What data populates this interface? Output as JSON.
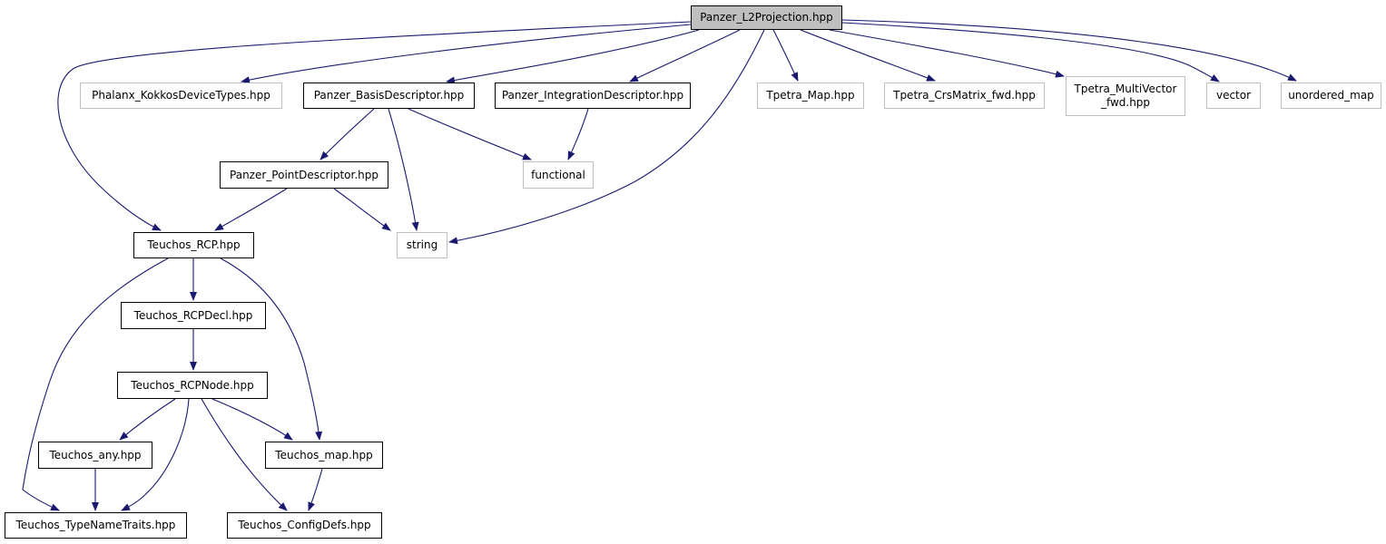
{
  "diagram": {
    "colors": {
      "edge": "#191970",
      "root_fill": "#bfbfbf",
      "node_border": "#000000",
      "external_border": "#bfbfbf",
      "background": "#ffffff"
    },
    "nodes": {
      "root": "Panzer_L2Projection.hpp",
      "phalanx": "Phalanx_KokkosDeviceTypes.hpp",
      "basis": "Panzer_BasisDescriptor.hpp",
      "integration": "Panzer_IntegrationDescriptor.hpp",
      "tpetra_map": "Tpetra_Map.hpp",
      "tpetra_crs": "Tpetra_CrsMatrix_fwd.hpp",
      "tpetra_mv_line1": "Tpetra_MultiVector",
      "tpetra_mv_line2": "_fwd.hpp",
      "vector": "vector",
      "unordered_map": "unordered_map",
      "point": "Panzer_PointDescriptor.hpp",
      "functional": "functional",
      "rcp": "Teuchos_RCP.hpp",
      "string": "string",
      "rcpdecl": "Teuchos_RCPDecl.hpp",
      "rcpnode": "Teuchos_RCPNode.hpp",
      "any": "Teuchos_any.hpp",
      "map": "Teuchos_map.hpp",
      "typenametraits": "Teuchos_TypeNameTraits.hpp",
      "configdefs": "Teuchos_ConfigDefs.hpp"
    },
    "edges": [
      [
        "root",
        "rcp"
      ],
      [
        "root",
        "phalanx"
      ],
      [
        "root",
        "basis"
      ],
      [
        "root",
        "integration"
      ],
      [
        "root",
        "string"
      ],
      [
        "root",
        "tpetra_map"
      ],
      [
        "root",
        "tpetra_crs"
      ],
      [
        "root",
        "tpetra_mv"
      ],
      [
        "root",
        "vector"
      ],
      [
        "root",
        "unordered_map"
      ],
      [
        "basis",
        "point"
      ],
      [
        "basis",
        "string"
      ],
      [
        "basis",
        "functional"
      ],
      [
        "integration",
        "functional"
      ],
      [
        "point",
        "rcp"
      ],
      [
        "point",
        "string"
      ],
      [
        "rcp",
        "rcpdecl"
      ],
      [
        "rcp",
        "typenametraits"
      ],
      [
        "rcp",
        "map"
      ],
      [
        "rcpdecl",
        "rcpnode"
      ],
      [
        "rcpnode",
        "any"
      ],
      [
        "rcpnode",
        "typenametraits"
      ],
      [
        "rcpnode",
        "configdefs"
      ],
      [
        "rcpnode",
        "map"
      ],
      [
        "any",
        "typenametraits"
      ],
      [
        "map",
        "configdefs"
      ]
    ]
  }
}
